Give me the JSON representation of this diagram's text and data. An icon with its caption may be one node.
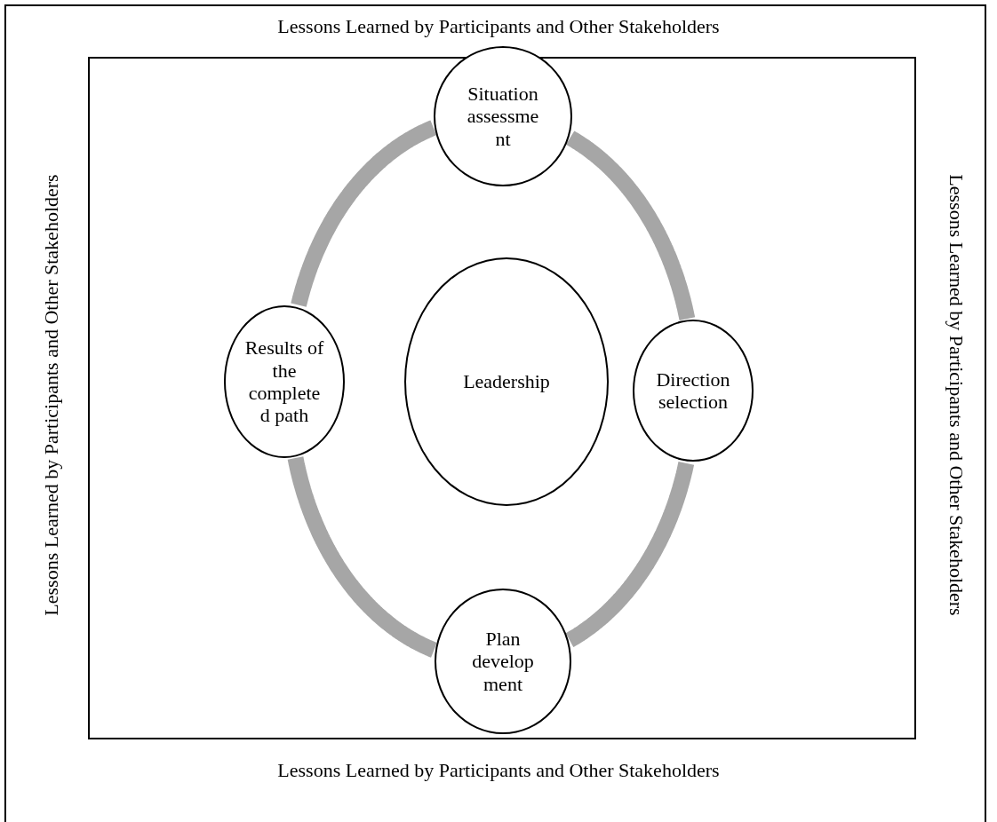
{
  "diagram": {
    "nodes": [
      {
        "text": [
          "Situation assessme nt"
        ]
      },
      {
        "text": [
          "Direction selection"
        ]
      },
      {
        "text": [
          "Plan develop ment"
        ]
      },
      {
        "text": [
          "Results of the complete d path"
        ]
      },
      {
        "text": [
          "Leadership"
        ]
      }
    ],
    "edges": [
      {
        "from": 0,
        "to": 1,
        "arrow": "none"
      },
      {
        "from": 1,
        "to": 2,
        "arrow": "none"
      },
      {
        "from": 2,
        "to": 3,
        "arrow": "none"
      },
      {
        "from": 3,
        "to": 0,
        "arrow": "none"
      }
    ],
    "labels": [
      "Lessons Learned by Participants and Other Stakeholders",
      "Lessons Learned by Participants and Other Stakeholders",
      "Lessons Learned by Participants and Other Stakeholders",
      "Lessons Learned by Participants and Other Stakeholders"
    ]
  }
}
